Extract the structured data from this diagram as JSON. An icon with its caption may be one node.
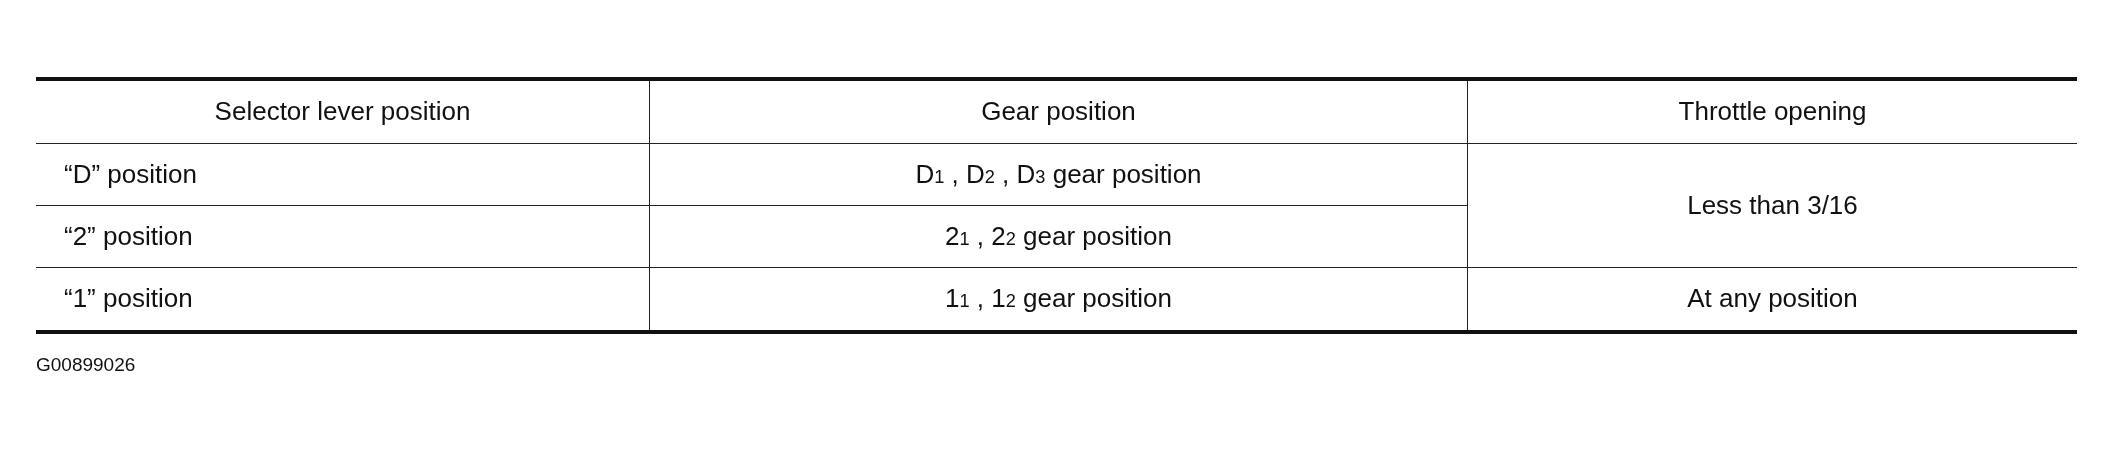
{
  "diagram": {
    "labels": [
      "Selector lever position",
      "Gear position",
      "Throttle opening",
      "“D” position",
      "D$_{1}$ , D$_{2}$ , D$_{3}$  gear position",
      "Less than 3/16",
      "“2” position",
      "2$_{1}$ , 2$_{2}$  gear position",
      "“1” position",
      "1$_{1}$ , 1$_{2}$  gear position",
      "At any position",
      "G00899026"
    ]
  }
}
